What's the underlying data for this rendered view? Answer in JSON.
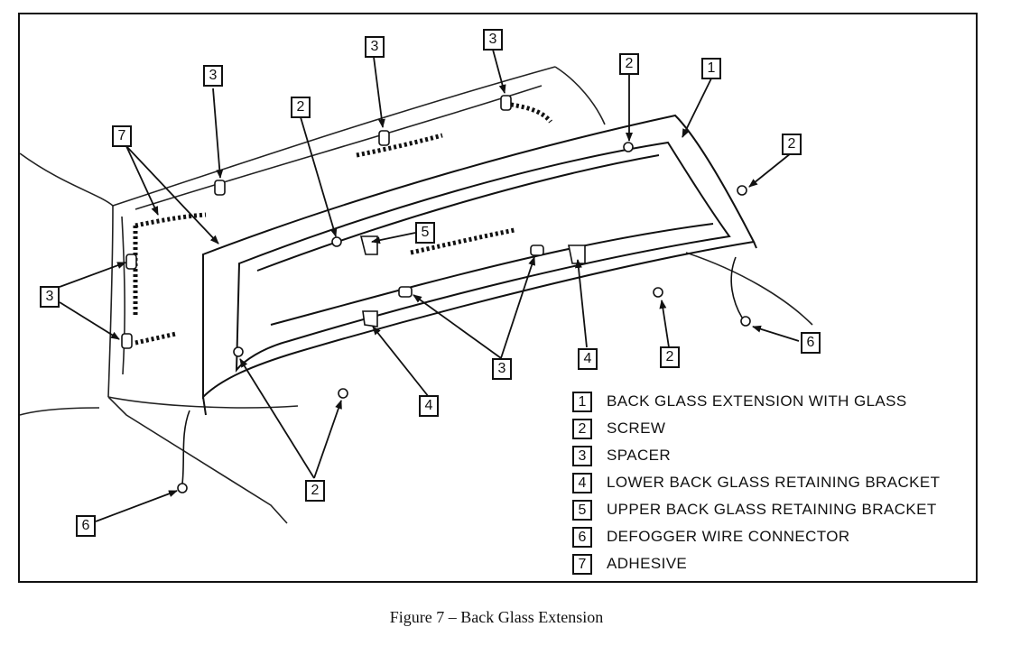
{
  "caption": "Figure 7 – Back Glass Extension",
  "callouts": [
    "1",
    "2",
    "3",
    "4",
    "5",
    "6",
    "7"
  ],
  "legend": [
    {
      "num": "1",
      "text": "BACK GLASS EXTENSION WITH GLASS"
    },
    {
      "num": "2",
      "text": "SCREW"
    },
    {
      "num": "3",
      "text": "SPACER"
    },
    {
      "num": "4",
      "text": "LOWER BACK GLASS RETAINING BRACKET"
    },
    {
      "num": "5",
      "text": "UPPER BACK GLASS RETAINING BRACKET"
    },
    {
      "num": "6",
      "text": "DEFOGGER WIRE CONNECTOR"
    },
    {
      "num": "7",
      "text": "ADHESIVE"
    }
  ]
}
